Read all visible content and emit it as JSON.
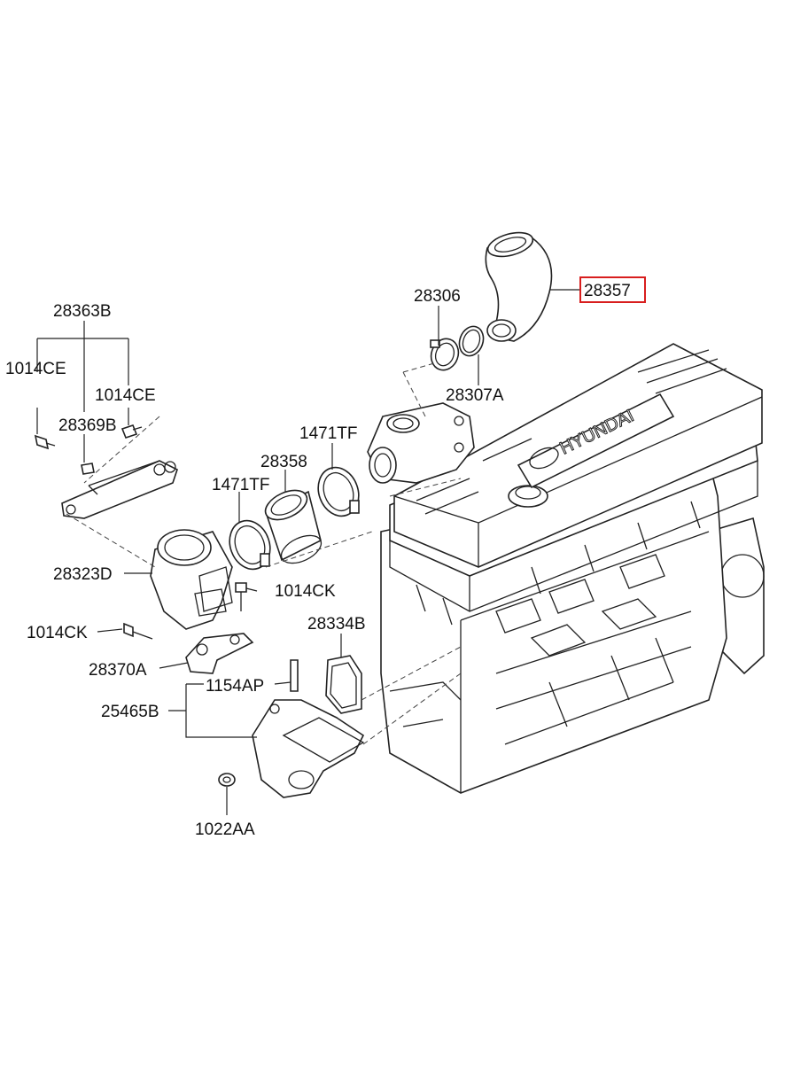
{
  "parts": {
    "p28363B": "28363B",
    "p1014CE_left": "1014CE",
    "p1014CE_right": "1014CE",
    "p28369B": "28369B",
    "p28306": "28306",
    "p28357": "28357",
    "p28307A": "28307A",
    "p1471TF_upper": "1471TF",
    "p28358": "28358",
    "p1471TF_lower": "1471TF",
    "p28323D": "28323D",
    "p1014CK_right": "1014CK",
    "p1014CK_left": "1014CK",
    "p28334B": "28334B",
    "p28370A": "28370A",
    "p1154AP": "1154AP",
    "p25465B": "25465B",
    "p1022AA": "1022AA"
  },
  "highlighted_part": "28357",
  "brand_text": "HYUNDAI",
  "colors": {
    "highlight": "#d81e1e",
    "line": "#222222"
  }
}
